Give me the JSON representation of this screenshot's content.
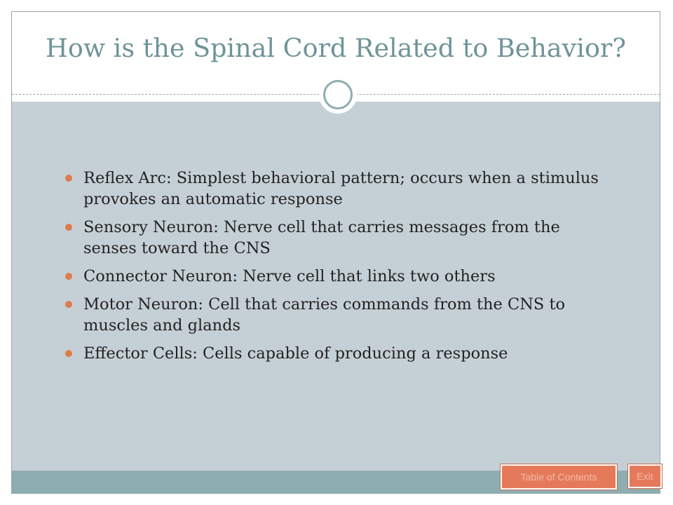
{
  "slide": {
    "title": "How is the Spinal Cord Related to Behavior?",
    "bullets": [
      {
        "text": "Reflex Arc: Simplest behavioral pattern; occurs when a stimulus provokes an automatic response"
      },
      {
        "text": "Sensory Neuron: Nerve cell that carries messages from the senses toward the CNS"
      },
      {
        "text": "Connector Neuron: Nerve cell that links two others"
      },
      {
        "text": "Motor Neuron: Cell that carries commands from the CNS to muscles and glands"
      },
      {
        "text": "Effector Cells: Cells capable of producing a response"
      }
    ]
  },
  "nav": {
    "toc_label": "Table of Contents",
    "exit_label": "Exit"
  },
  "colors": {
    "title": "#6e9498",
    "body_bg": "#c5d0d6",
    "band": "#8eadb0",
    "bullet": "#e07b4c",
    "button": "#e57a5b"
  }
}
